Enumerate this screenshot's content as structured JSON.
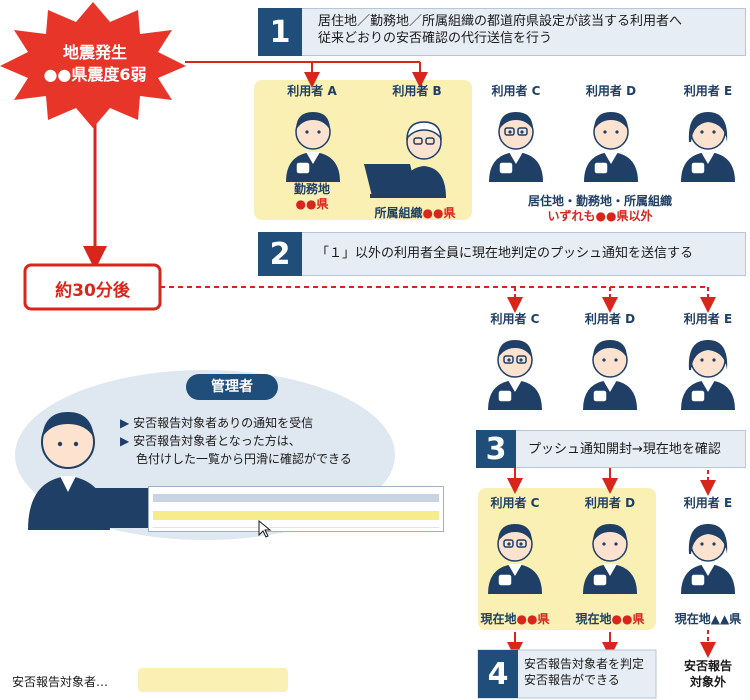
{
  "quake": {
    "line1": "地震発生",
    "line2": "●●県震度6弱"
  },
  "step1": {
    "num": "1",
    "line1": "居住地／勤務地／所属組織の都道府県設定が該当する利用者へ",
    "line2": "従来どおりの安否確認の代行送信を行う"
  },
  "step2": {
    "num": "2",
    "text": "「１」以外の利用者全員に現在地判定のプッシュ通知を送信する"
  },
  "step3": {
    "num": "3",
    "text": "プッシュ通知開封→現在地を確認"
  },
  "step4": {
    "num": "4",
    "line1": "安否報告対象者を判定",
    "line2": "安否報告ができる"
  },
  "after": "約30分後",
  "users_top": {
    "a": {
      "name": "利用者 A",
      "sub1": "勤務地",
      "sub2": "●●県"
    },
    "b": {
      "name": "利用者 B",
      "sub_pre": "所属組織",
      "sub_red": "●●県"
    },
    "c": "利用者 C",
    "d": "利用者 D",
    "e": "利用者 E",
    "cde_note1": "居住地・勤務地・所属組織",
    "cde_note2": "いずれも●●県以外"
  },
  "users_mid": {
    "c": "利用者 C",
    "d": "利用者 D",
    "e": "利用者 E"
  },
  "users_bottom": {
    "c": {
      "name": "利用者 C",
      "loc_pre": "現在地",
      "loc_red": "●●県"
    },
    "d": {
      "name": "利用者 D",
      "loc_pre": "現在地",
      "loc_red": "●●県"
    },
    "e": {
      "name": "利用者 E",
      "loc": "現在地▲▲県"
    }
  },
  "out_of_scope": {
    "line1": "安否報告",
    "line2": "対象外"
  },
  "admin": {
    "title": "管理者",
    "bullet1": "安否報告対象者ありの通知を受信",
    "bullet2a": "安否報告対象者となった方は、",
    "bullet2b": "色付けした一覧から円滑に確認ができる"
  },
  "legend": {
    "label": "安否報告対象者…"
  },
  "colors": {
    "highlight": "#fbf0b4",
    "navy": "#1f4e7a",
    "red": "#d8261c",
    "bubble": "#dfe7f0"
  },
  "icons": [
    "person-phone-icon",
    "person-laptop-icon",
    "pointer-arrow-icon",
    "check-bullet-icon"
  ]
}
